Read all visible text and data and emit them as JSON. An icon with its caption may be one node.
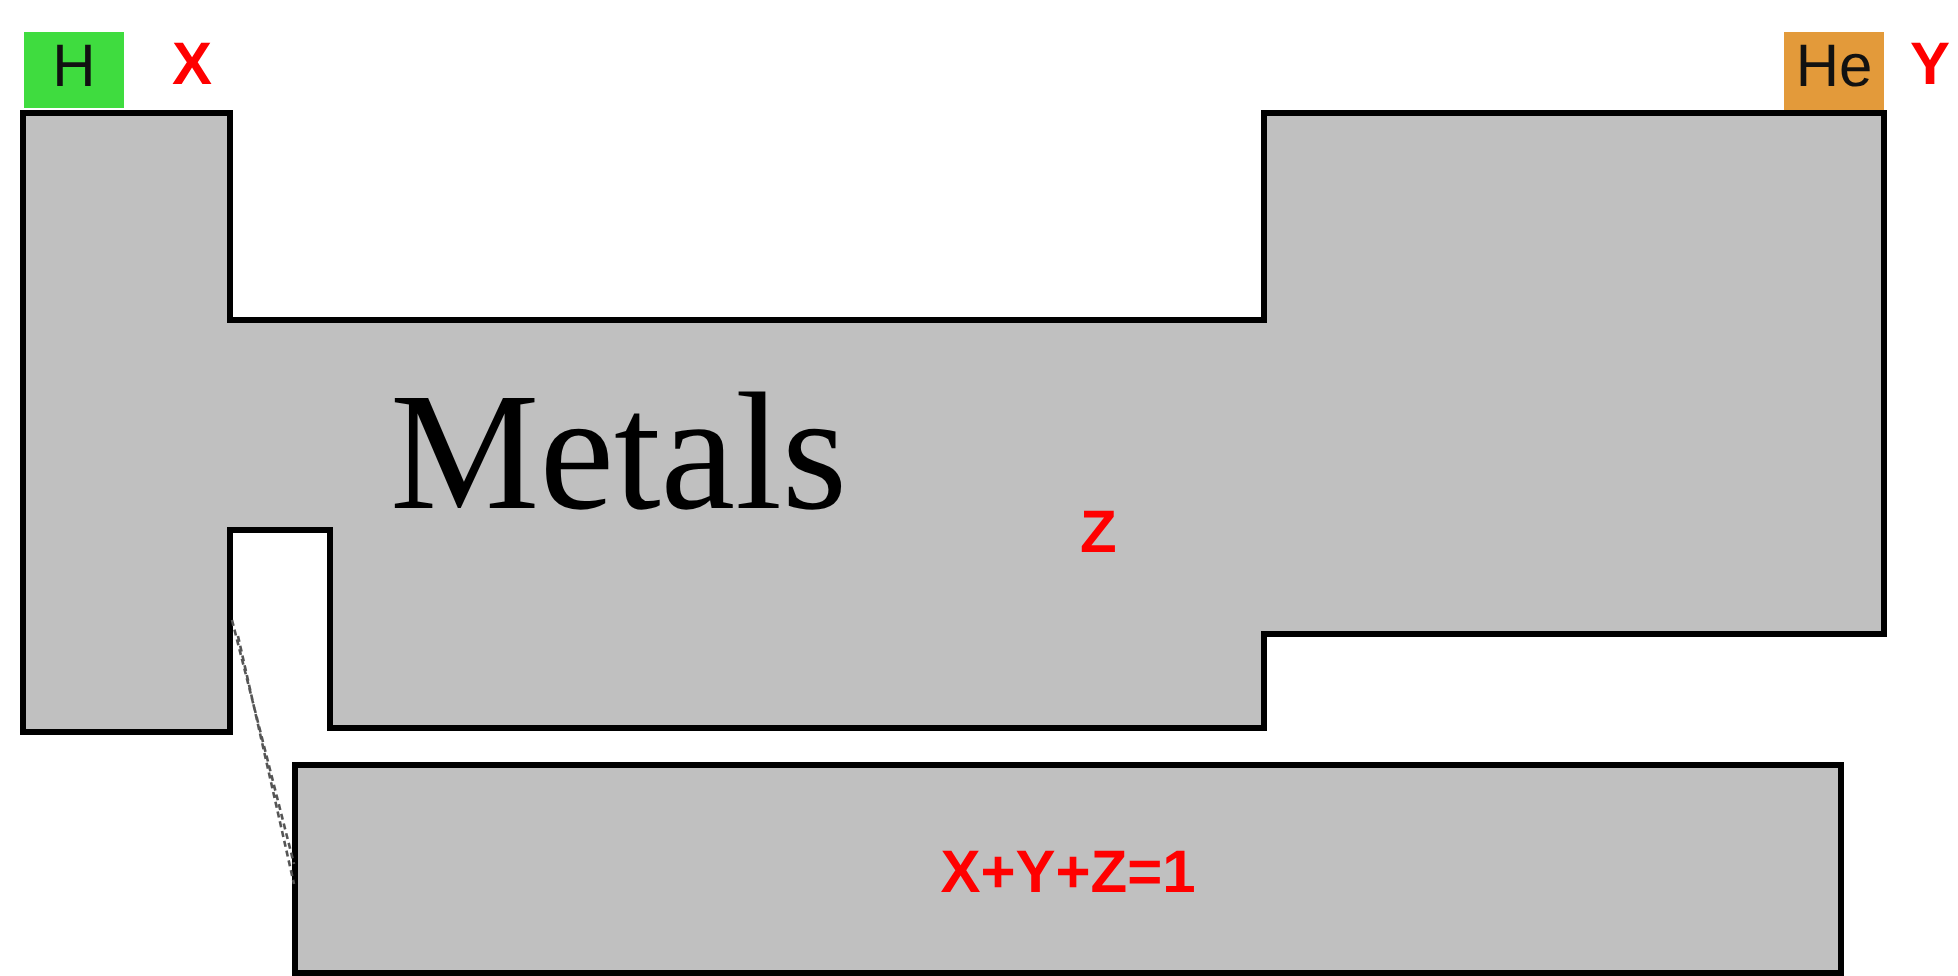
{
  "diagram": {
    "nodes": [
      {
        "text": [
          "Metals"
        ]
      },
      {
        "text": [
          "H"
        ]
      },
      {
        "text": [
          "He"
        ]
      },
      {
        "text": [
          "X+Y+Z=1"
        ]
      }
    ],
    "edges": [
      {
        "from": 0,
        "to": 3,
        "arrow": "none",
        "style": "dashed"
      }
    ],
    "labels": [
      "X",
      "Y",
      "Z"
    ]
  }
}
